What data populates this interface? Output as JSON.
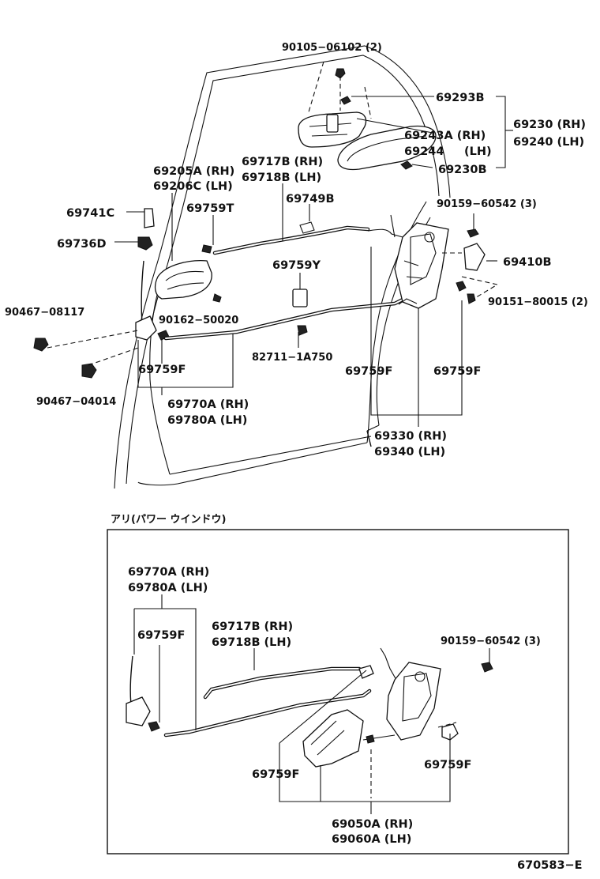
{
  "labels": {
    "l_90105": "90105−06102 (2)",
    "l_69293B": "69293B",
    "l_69243A": "69243A (RH)",
    "l_69244": "69244",
    "l_69244_lh": "(LH)",
    "l_69230B": "69230B",
    "l_69230": "69230 (RH)",
    "l_69240": "69240 (LH)",
    "l_69205A": "69205A (RH)",
    "l_69206C": "69206C (LH)",
    "l_69717B_top": "69717B (RH)",
    "l_69718B_top": "69718B (LH)",
    "l_69741C": "69741C",
    "l_69759T": "69759T",
    "l_69749B": "69749B",
    "l_90159_top": "90159−60542 (3)",
    "l_69736D": "69736D",
    "l_69759Y": "69759Y",
    "l_69410B": "69410B",
    "l_90467_08117": "90467−08117",
    "l_90162": "90162−50020",
    "l_90151": "90151−80015 (2)",
    "l_82711": "82711−1A750",
    "l_69759F_a": "69759F",
    "l_69759F_b": "69759F",
    "l_69759F_c": "69759F",
    "l_90467_04014": "90467−04014",
    "l_69770A_top": "69770A (RH)",
    "l_69780A_top": "69780A (LH)",
    "l_69330": "69330 (RH)",
    "l_69340": "69340 (LH)",
    "l_section": "アリ(パワー ウインドウ)",
    "l_69770A_box": "69770A (RH)",
    "l_69780A_box": "69780A (LH)",
    "l_69759F_box1": "69759F",
    "l_69717B_box": "69717B (RH)",
    "l_69718B_box": "69718B (LH)",
    "l_90159_box": "90159−60542 (3)",
    "l_69759F_box2": "69759F",
    "l_69759F_box3": "69759F",
    "l_69050A": "69050A (RH)",
    "l_69060A": "69060A (LH)",
    "l_code": "670583−E"
  }
}
